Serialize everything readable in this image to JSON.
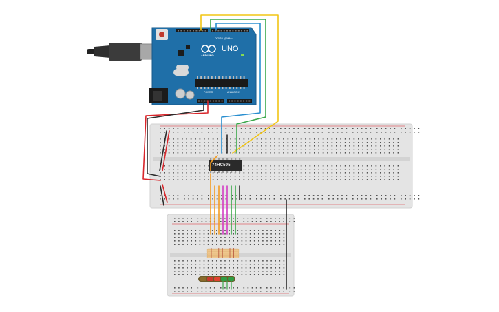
{
  "app": {
    "scene": "circuit-simulator-canvas"
  },
  "arduino": {
    "model_label": "UNO",
    "brand_label": "ARDUINO",
    "digital_header_label": "DIGITAL (PWM~)",
    "power_header_label": "POWER",
    "analog_header_label": "ANALOG IN",
    "on_led_label": "ON",
    "board_color": "#1f6fa8",
    "icon": "usb-connector-icon"
  },
  "shift_register": {
    "part_label": "74HC595"
  },
  "colors": {
    "wire_red": "#d9262b",
    "wire_black": "#2b2b2b",
    "wire_yellow": "#f2c514",
    "wire_green": "#3aa84a",
    "wire_blue": "#2a8fd0",
    "wire_teal": "#19a3b5",
    "wire_orange": "#f39c21",
    "wire_magenta": "#d23ac3",
    "breadboard": "#e6e6e6",
    "resistor_body": "#f0c890",
    "led_bar_colors": [
      "#8a6a2a",
      "#c9382c",
      "#e0422f",
      "#2f9d43",
      "#2f9d43"
    ]
  }
}
